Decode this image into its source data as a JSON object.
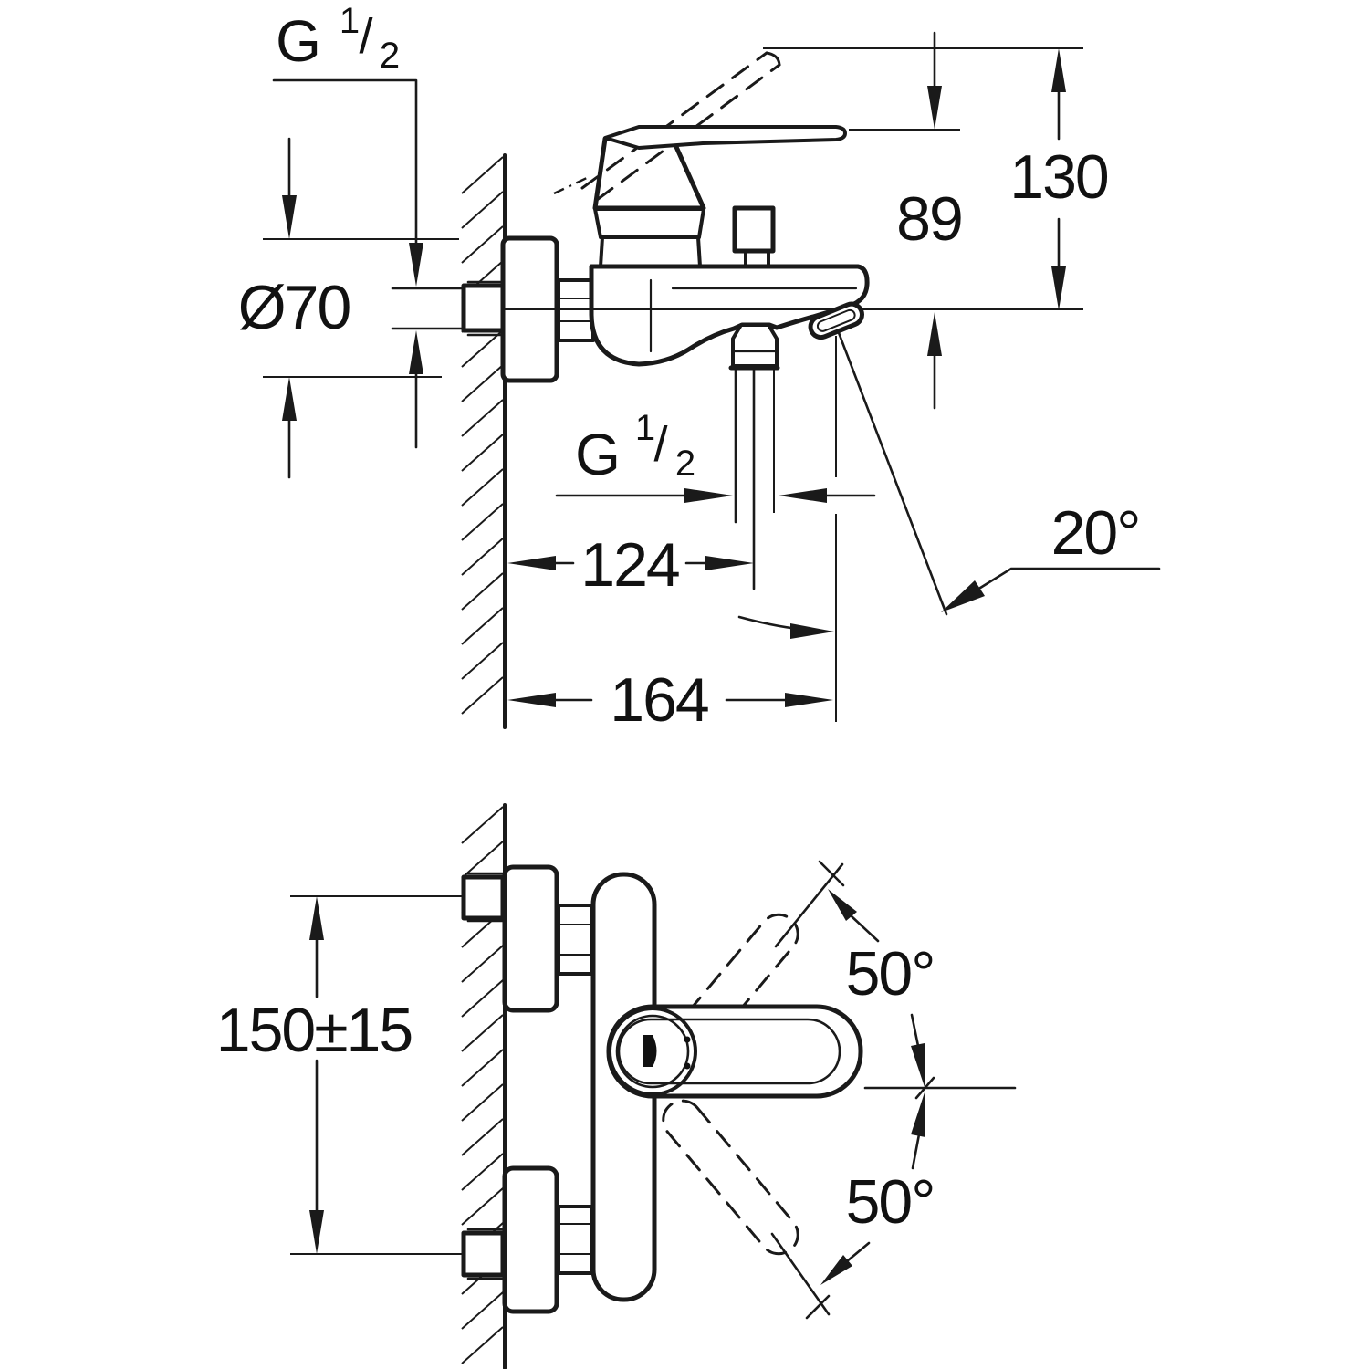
{
  "meta": {
    "title": "Wall-mounted single-lever bath/shower mixer installation drawing",
    "view_side_name": "side-elevation",
    "view_front_name": "front-elevation"
  },
  "colors": {
    "ink": "#1a1a1a",
    "background": "#ffffff"
  },
  "views": {
    "side": {
      "labels": {
        "thread_top": {
          "prefix": "G",
          "numerator": "1",
          "slash": "/",
          "denominator": "2"
        },
        "escutcheon_diameter": "Ø70",
        "overall_height": "130",
        "body_height": "89",
        "thread_hose": {
          "prefix": "G",
          "numerator": "1",
          "slash": "/",
          "denominator": "2"
        },
        "wall_to_hose": "124",
        "wall_to_spout": "164",
        "spout_angle": "20°"
      }
    },
    "front": {
      "labels": {
        "connection_spacing": "150±15",
        "lever_swing_up": "50°",
        "lever_swing_down": "50°"
      }
    }
  }
}
